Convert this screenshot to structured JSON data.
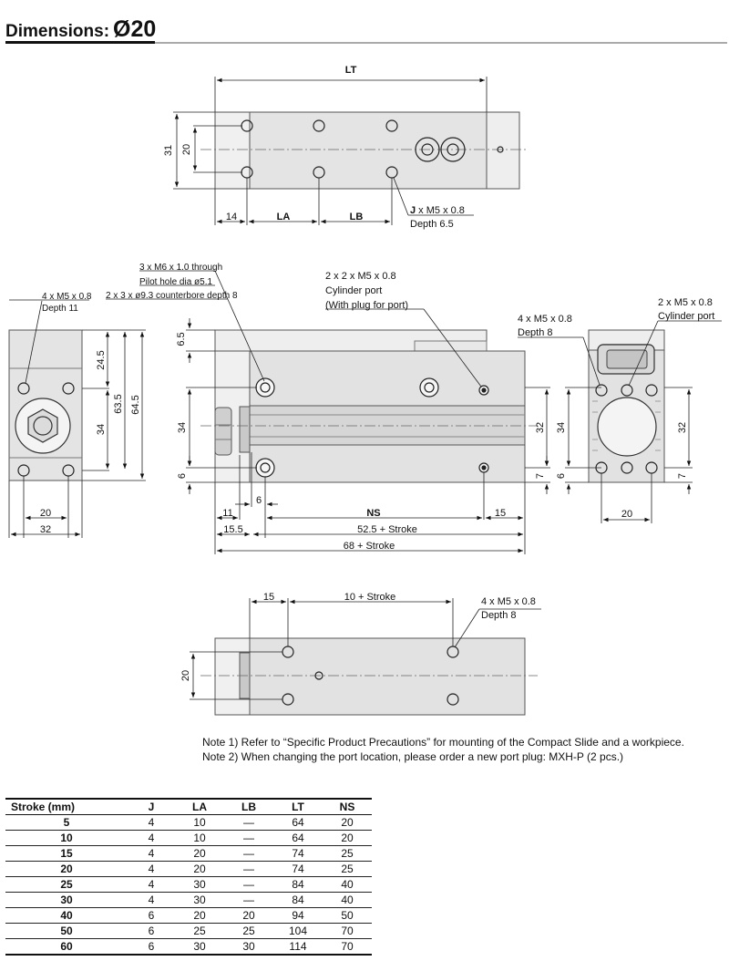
{
  "header": {
    "title_prefix": "Dimensions: ",
    "title_size": "Ø20"
  },
  "top_view": {
    "dims": {
      "LT": "LT",
      "h31": "31",
      "h20": "20",
      "d14": "14",
      "LA": "LA",
      "LB": "LB"
    },
    "callout_bold": "J",
    "callout_rest": " x M5 x 0.8",
    "callout_depth": "Depth 6.5"
  },
  "side_view": {
    "callout1": "3 x M6 x 1.0 through",
    "callout2": "Pilot hole dia ø5.1",
    "callout3": "2 x 3 x ø9.3 counterbore depth 8",
    "port1": "2 x 2 x M5 x 0.8",
    "port2": "Cylinder port",
    "port3": "(With plug for port)",
    "dims": {
      "d6_5": "6.5",
      "d34": "34",
      "d6": "6",
      "d11": "11",
      "d6b": "6",
      "NS": "NS",
      "d15": "15",
      "d15_5": "15.5",
      "d52": "52.5 + Stroke",
      "d68": "68 + Stroke",
      "d32": "32",
      "d7": "7"
    }
  },
  "left_view": {
    "callout1": "4 x M5 x 0.8",
    "callout2": "Depth 11",
    "dims": {
      "d24_5": "24.5",
      "d63_5": "63.5",
      "d64_5": "64.5",
      "d34": "34",
      "d20": "20",
      "d32": "32"
    }
  },
  "right_view": {
    "callout1": "4 x M5 x 0.8",
    "callout2": "Depth 8",
    "port1": "2 x M5 x 0.8",
    "port2": "Cylinder port",
    "dims": {
      "d34": "34",
      "d6": "6",
      "d32": "32",
      "d7": "7",
      "d20": "20"
    }
  },
  "bottom_view": {
    "callout1": "4 x M5 x 0.8",
    "callout2": "Depth 8",
    "dims": {
      "d15": "15",
      "d10": "10 + Stroke",
      "d20": "20"
    }
  },
  "notes": [
    "Note 1) Refer to “Specific Product Precautions” for mounting of the Compact Slide and a workpiece.",
    "Note 2) When changing the port location, please order a new port plug: MXH-P (2 pcs.)"
  ],
  "table": {
    "headers": [
      "Stroke (mm)",
      "J",
      "LA",
      "LB",
      "LT",
      "NS"
    ],
    "rows": [
      [
        "5",
        "4",
        "10",
        "—",
        "64",
        "20"
      ],
      [
        "10",
        "4",
        "10",
        "—",
        "64",
        "20"
      ],
      [
        "15",
        "4",
        "20",
        "—",
        "74",
        "25"
      ],
      [
        "20",
        "4",
        "20",
        "—",
        "74",
        "25"
      ],
      [
        "25",
        "4",
        "30",
        "—",
        "84",
        "40"
      ],
      [
        "30",
        "4",
        "30",
        "—",
        "84",
        "40"
      ],
      [
        "40",
        "6",
        "20",
        "20",
        "94",
        "50"
      ],
      [
        "50",
        "6",
        "25",
        "25",
        "104",
        "70"
      ],
      [
        "60",
        "6",
        "30",
        "30",
        "114",
        "70"
      ]
    ]
  }
}
